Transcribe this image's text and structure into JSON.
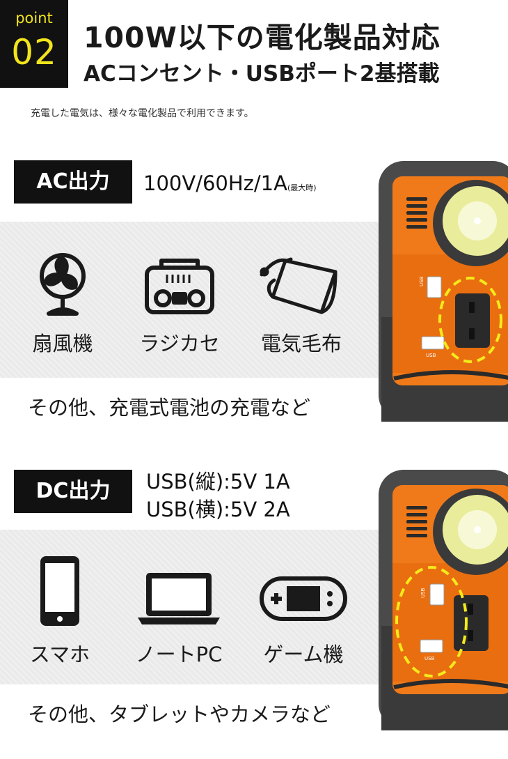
{
  "header": {
    "point_word": "point",
    "point_num": "02",
    "title": "100W以下の電化製品対応",
    "subtitle": "ACコンセント・USBポート2基搭載",
    "description": "充電した電気は、様々な電化製品で利用できます。"
  },
  "ac": {
    "label": "AC出力",
    "spec_main": "100V/60Hz/1A",
    "spec_note": "(最大時)",
    "items": [
      {
        "icon": "fan-icon",
        "label": "扇風機"
      },
      {
        "icon": "radio-cassette-icon",
        "label": "ラジカセ"
      },
      {
        "icon": "electric-blanket-icon",
        "label": "電気毛布"
      }
    ],
    "other": "その他、充電式電池の充電など"
  },
  "dc": {
    "label": "DC出力",
    "spec_line1": "USB(縦):5V 1A",
    "spec_line2": "USB(横):5V 2A",
    "items": [
      {
        "icon": "smartphone-icon",
        "label": "スマホ"
      },
      {
        "icon": "laptop-icon",
        "label": "ノートPC"
      },
      {
        "icon": "game-console-icon",
        "label": "ゲーム機"
      }
    ],
    "other": "その他、タブレットやカメラなど"
  },
  "device_port_label": "USB",
  "colors": {
    "accent_yellow": "#f2e51c",
    "device_orange": "#f07a1a",
    "dashed_highlight": "#f4ea1c",
    "band_gray": "#eaeaea"
  }
}
